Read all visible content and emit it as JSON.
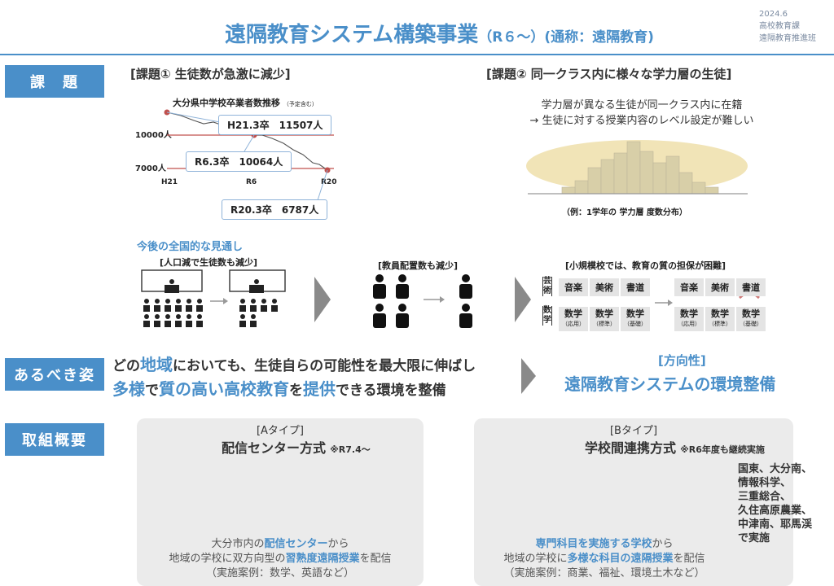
{
  "header": {
    "title_main": "遠隔教育システム構築事業",
    "title_period": "（R６〜）",
    "title_alias": "(通称：遠隔教育)",
    "date": "2024.6",
    "dept1": "高校教育課",
    "dept2": "遠隔教育推進班"
  },
  "sections": {
    "issues": "課　題",
    "ideal": "あるべき姿",
    "overview": "取組概要"
  },
  "issue1": {
    "heading": "[課題① 生徒数が急激に減少]",
    "chart_title": "大分県中学校卒業者数推移",
    "chart_title_note": "（予定含む）",
    "callout_h21": "H21.3卒　11507人",
    "callout_r6": "R6.3卒　10064人",
    "callout_r20": "R20.3卒　6787人"
  },
  "issue2": {
    "heading": "[課題② 同一クラス内に様々な学力層の生徒]",
    "line1": "学力層が異なる生徒が同一クラス内に在籍",
    "line2": "→ 生徒に対する授業内容のレベル設定が難しい",
    "caption": "（例：1学年の 学力層 度数分布）"
  },
  "outlook": {
    "title": "今後の全国的な見通し",
    "step1": "[人口減で生徒数も減少]",
    "step2": "[教員配置数も減少]",
    "step3": "[小規模校では、教育の質の担保が困難]",
    "label_arts": "芸術",
    "label_math": "数学",
    "arts": [
      "音楽",
      "美術",
      "書道"
    ],
    "math": [
      {
        "name": "数学",
        "level": "（応用）"
      },
      {
        "name": "数学",
        "level": "（標準）"
      },
      {
        "name": "数学",
        "level": "（基礎）"
      }
    ]
  },
  "ideal": {
    "p1": "どの",
    "p1_hl": "地域",
    "p1_rest": "においても、生徒自らの可能性を最大限に伸ばし",
    "p2_hl1": "多様",
    "p2_a": "で",
    "p2_hl2": "質の高い高校教育",
    "p2_b": "を",
    "p2_hl3": "提供",
    "p2_c": "できる環境を整備",
    "dir_heading": "[方向性]",
    "dir_main": "遠隔教育システムの環境整備"
  },
  "typeA": {
    "heading": "[Aタイプ]",
    "title": "配信センター方式",
    "note": "※R7.4〜",
    "d1_a": "大分市内の",
    "d1_hl": "配信センター",
    "d1_b": "から",
    "d2_a": "地域の学校に双方向型の",
    "d2_hl": "習熟度遠隔授業",
    "d2_b": "を配信",
    "d3": "（実施案例：数学、英語など）"
  },
  "typeB": {
    "heading": "[Bタイプ]",
    "title": "学校間連携方式",
    "note": "※R6年度も継続実施",
    "d1_hl": "専門科目を実施する学校",
    "d1_b": "から",
    "d2_a": "地域の学校に",
    "d2_hl": "多様な科目の遠隔授業",
    "d2_b": "を配信",
    "d3": "（実施案例：商業、福祉、環境土木など）",
    "regions": [
      "国東、大分南、",
      "情報科学、",
      "三重総合、",
      "久住高原農業、",
      "中津南、耶馬渓",
      "で実施"
    ]
  },
  "chart_data": {
    "type": "line",
    "title": "大分県中学校卒業者数推移",
    "x_ticks": [
      "H21",
      "R6",
      "R20"
    ],
    "y_ticks": [
      "10000人",
      "7000人"
    ],
    "points": [
      {
        "label": "H21.3卒",
        "value": 11507
      },
      {
        "label": "R6.3卒",
        "value": 10064
      },
      {
        "label": "R20.3卒",
        "value": 6787
      }
    ],
    "accent": "#4a8fc9",
    "line_color": "#c0504d"
  }
}
